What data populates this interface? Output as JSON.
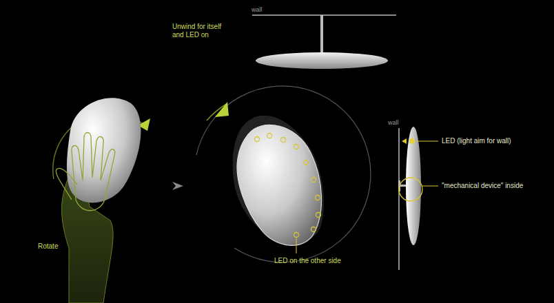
{
  "diagram": {
    "labels": [
      "wall",
      "Unwind for itself and LED on",
      "Rotate",
      "LED on the other side",
      "wall",
      "LED (light aim for wall)",
      "\"mechanical device\" inside"
    ]
  }
}
